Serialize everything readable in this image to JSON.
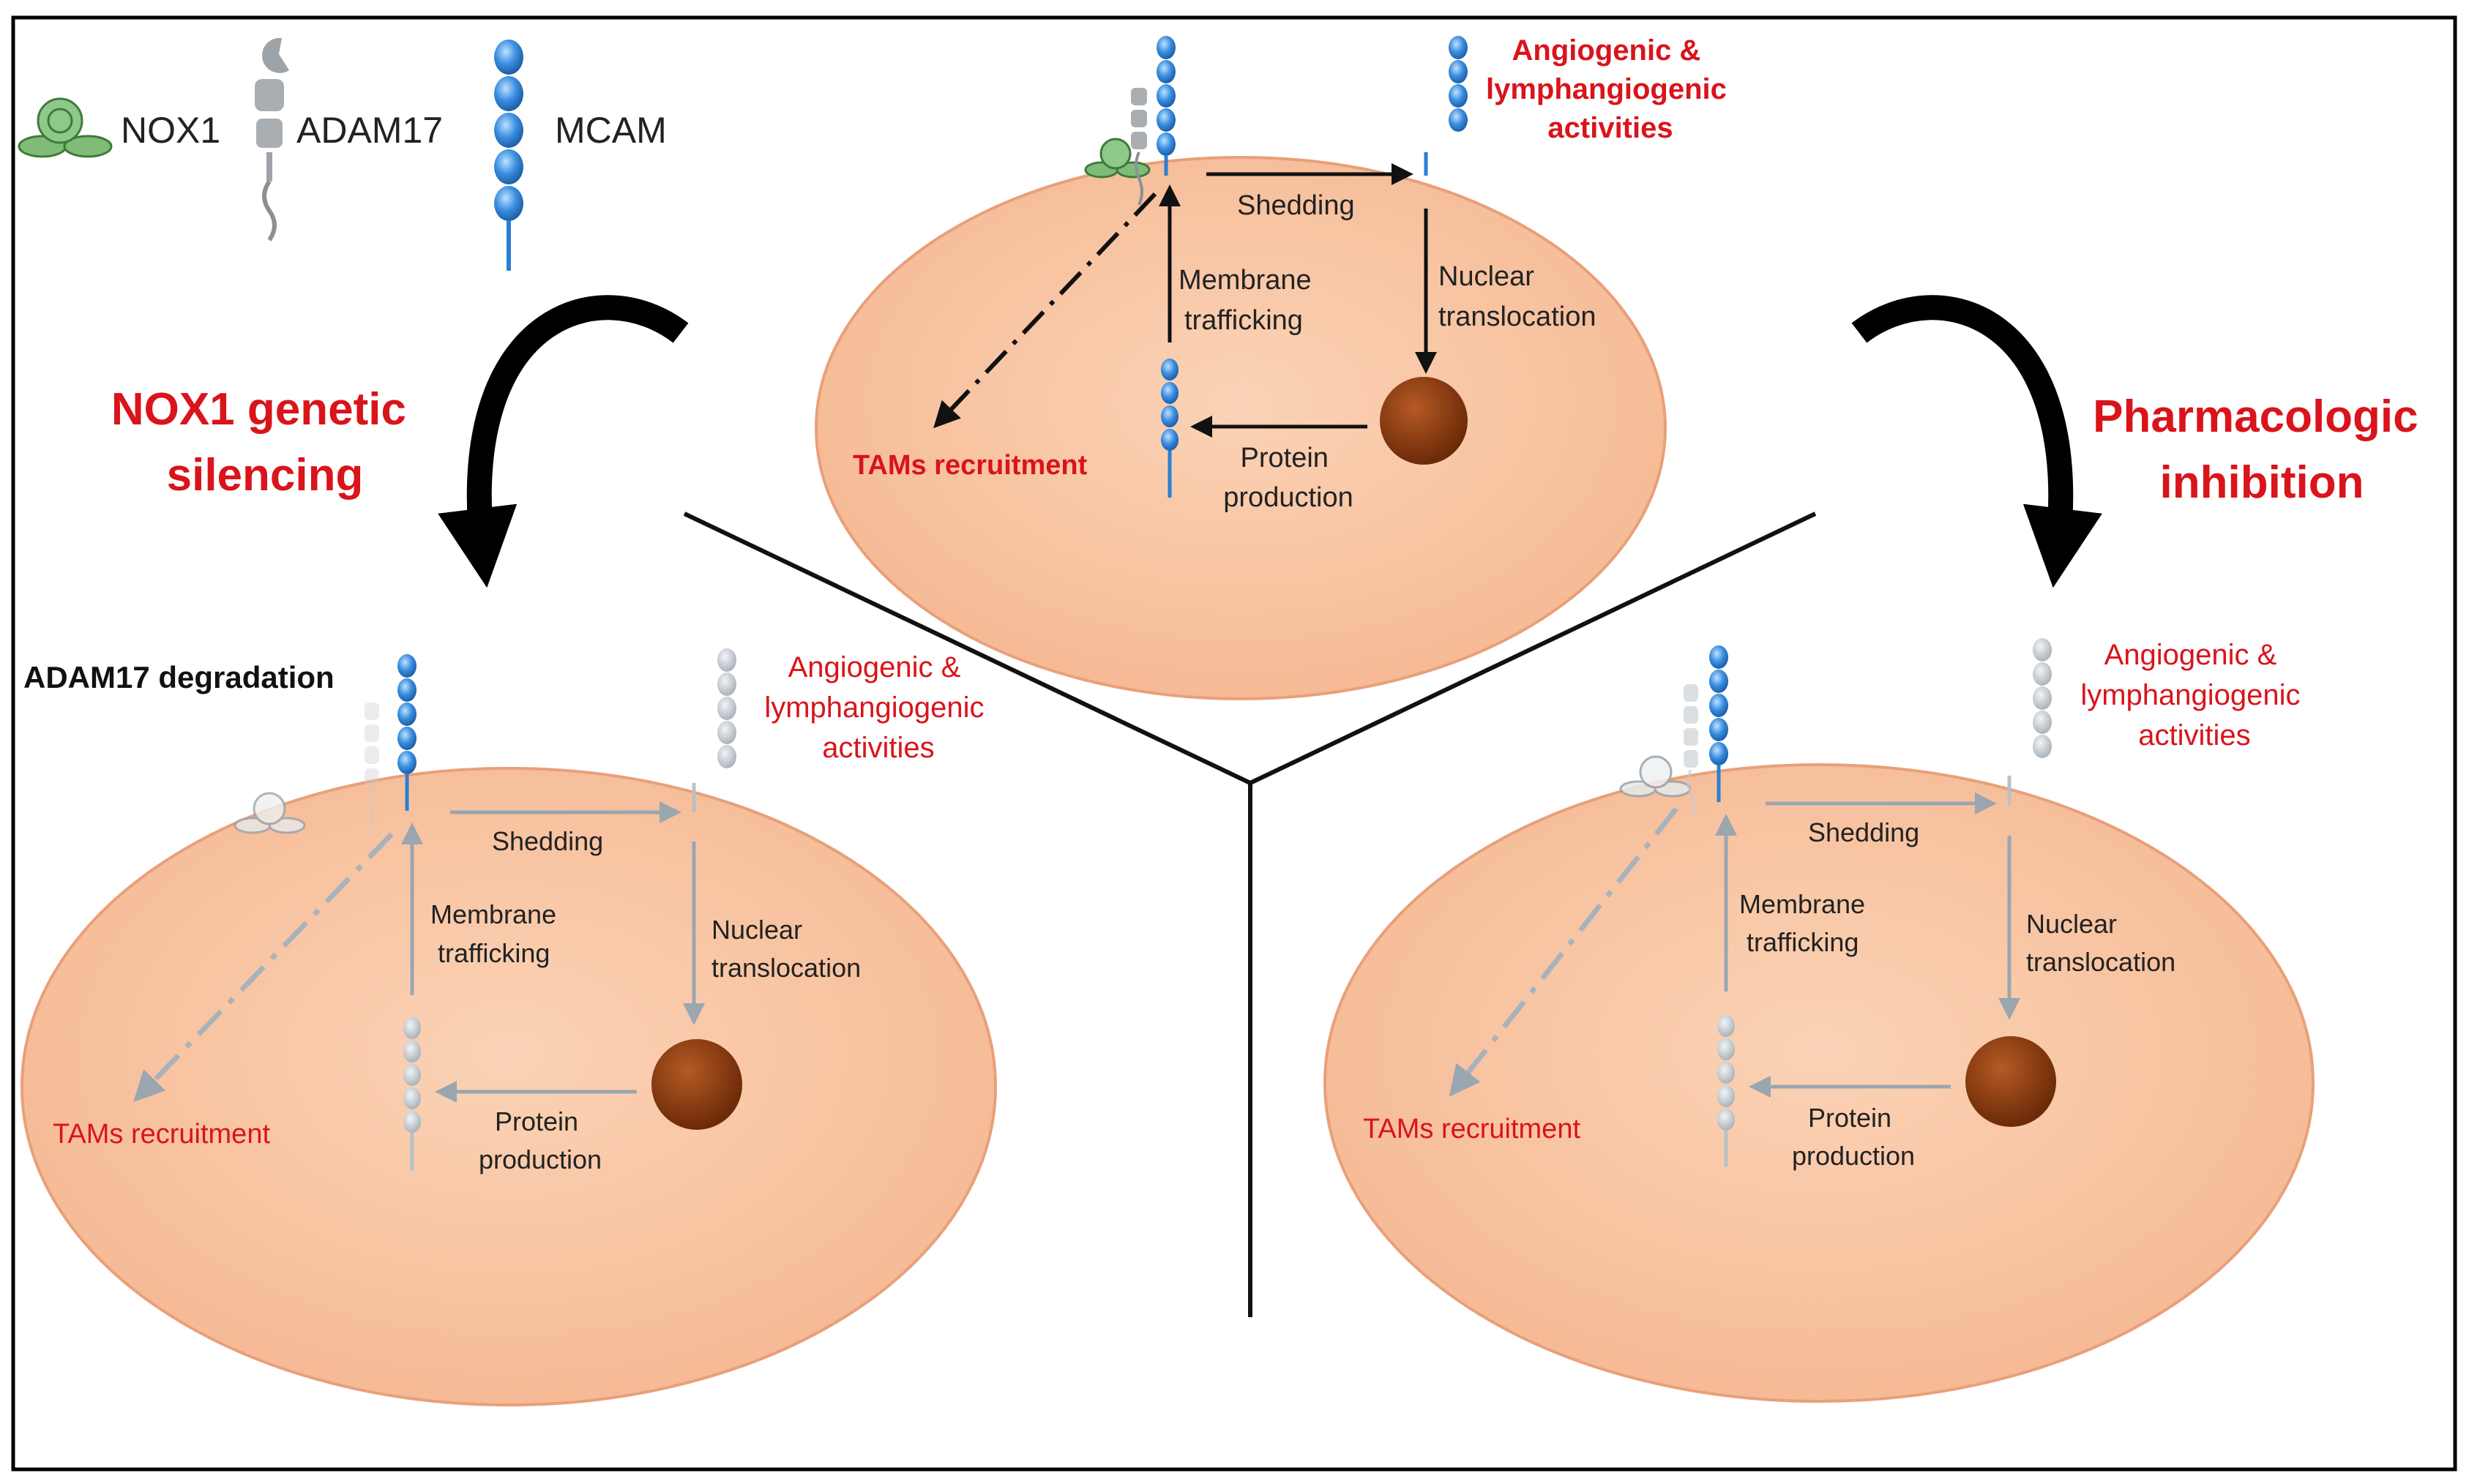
{
  "legend": {
    "nox1": "NOX1",
    "adam17": "ADAM17",
    "mcam": "MCAM"
  },
  "branches": {
    "left": [
      "NOX1 genetic",
      "silencing"
    ],
    "right": [
      "Pharmacologic",
      "inhibition"
    ]
  },
  "cells": {
    "top": {
      "shedding": "Shedding",
      "membrane": [
        "Membrane",
        "trafficking"
      ],
      "nuclear": [
        "Nuclear",
        "translocation"
      ],
      "protein": [
        "Protein",
        "production"
      ],
      "tams": "TAMs recruitment",
      "activities": [
        "Angiogenic &",
        "lymphangiogenic",
        "activities"
      ]
    },
    "left": {
      "degradation": "ADAM17 degradation",
      "shedding": "Shedding",
      "membrane": [
        "Membrane",
        "trafficking"
      ],
      "nuclear": [
        "Nuclear",
        "translocation"
      ],
      "protein": [
        "Protein",
        "production"
      ],
      "tams": "TAMs recruitment",
      "activities": [
        "Angiogenic &",
        "lymphangiogenic",
        "activities"
      ]
    },
    "right": {
      "shedding": "Shedding",
      "membrane": [
        "Membrane",
        "trafficking"
      ],
      "nuclear": [
        "Nuclear",
        "translocation"
      ],
      "protein": [
        "Protein",
        "production"
      ],
      "tams": "TAMs recruitment",
      "activities": [
        "Angiogenic &",
        "lymphangiogenic",
        "activities"
      ]
    }
  },
  "colors": {
    "cell_fill": "#f8c4a0",
    "cell_stroke": "#e8a07a",
    "nucleus": "#8b3a0f",
    "red_text": "#d9141b",
    "mcam_blue": "#2a7fd4",
    "nox1_green": "#6fa86a",
    "inactive_grey": "#a7b0b8"
  }
}
